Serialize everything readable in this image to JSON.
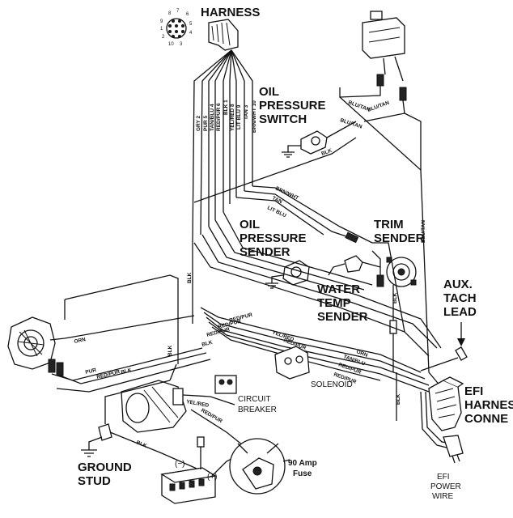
{
  "labels": {
    "harness": "HARNESS",
    "oil_pressure_switch": [
      "OIL",
      "PRESSURE",
      "SWITCH"
    ],
    "oil_pressure_sender": [
      "OIL",
      "PRESSURE",
      "SENDER"
    ],
    "trim_sender": [
      "TRIM",
      "SENDER"
    ],
    "water_temp_sender": [
      "WATER",
      "TEMP",
      "SENDER"
    ],
    "aux_tach_lead": [
      "AUX.",
      "TACH",
      "LEAD"
    ],
    "efi_harness_connector": [
      "EFI",
      "HARNES",
      "CONNE"
    ],
    "circuit_breaker": [
      "CIRCUIT",
      "BREAKER"
    ],
    "solenoid": "SOLENOID",
    "fuse": [
      "90 Amp",
      "Fuse"
    ],
    "ground_stud": [
      "GROUND",
      "STUD"
    ],
    "efi_power_wire": [
      "EFI",
      "POWER",
      "WIRE"
    ],
    "battery_neg": "(−)",
    "battery_pos": "(+)"
  },
  "connector_pins": [
    "8",
    "7",
    "6",
    "9",
    "5",
    "1",
    "4",
    "2",
    "3",
    "10"
  ],
  "harness_wires": [
    "GRY 2",
    "PUR 5",
    "TAN/BLU 4",
    "RED/PUR 6",
    "BLK 1",
    "YEL/RED 8",
    "LIT BLU 9",
    "TAN 3",
    "BRN/WHT 10"
  ],
  "wire_labels": {
    "blu_tan_1": "BLU/TAN",
    "blu_tan_2": "BLU/TAN",
    "blu_tan_3": "BLU/TAN",
    "blk_1": "BLK",
    "brn_wht": "BRN/WHT",
    "tan": "TAN",
    "lit_blu": "LIT BLU",
    "blk_2": "BLK",
    "blk_3": "BLK",
    "orn": "ORN",
    "pur": "PUR",
    "red_pur_1": "RED/PUR",
    "blk_4": "BLK",
    "red_pur_2": "RED/PUR",
    "red_pur_3": "RED/PUR",
    "blk_5": "BLK",
    "yel_red_1": "YEL/RED",
    "red_pur_4": "RED/PUR",
    "yel_red_2": "YEL/RED",
    "red_pur_5": "RED/PUR",
    "red_pur_6": "RED/PUR",
    "orn_2": "ORN",
    "tan_blu": "TAN/BLU",
    "red_pur_7": "RED/PUR",
    "blk_6": "BLK",
    "blk_7": "BLK",
    "blk_8": "BLK",
    "red_pur_8": "RED/PUR"
  }
}
